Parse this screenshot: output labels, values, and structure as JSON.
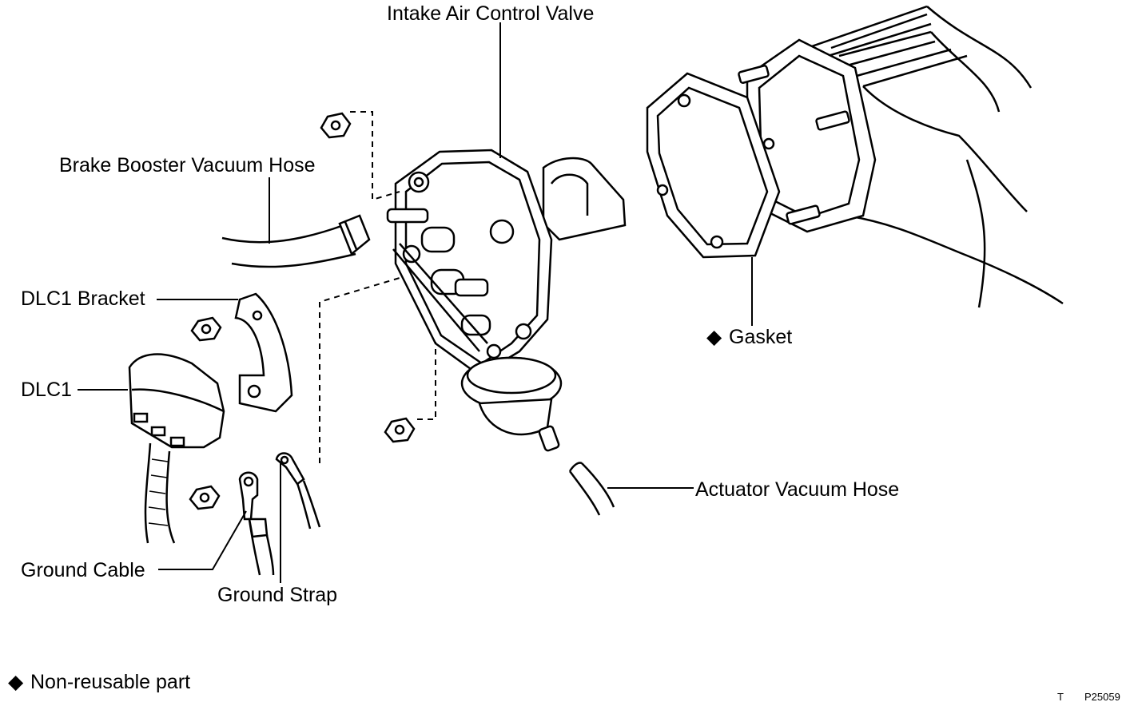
{
  "labels": {
    "intake_air_control_valve": "Intake Air Control Valve",
    "brake_booster_vacuum_hose": "Brake Booster Vacuum Hose",
    "dlc1_bracket": "DLC1 Bracket",
    "dlc1": "DLC1",
    "gasket": "Gasket",
    "actuator_vacuum_hose": "Actuator Vacuum Hose",
    "ground_cable": "Ground Cable",
    "ground_strap": "Ground Strap"
  },
  "legend": {
    "marker": "◆",
    "text": "Non-reusable part"
  },
  "footer": {
    "code_letter": "T",
    "figure_id": "P25059"
  },
  "colors": {
    "ink": "#000000",
    "paper": "#ffffff"
  }
}
